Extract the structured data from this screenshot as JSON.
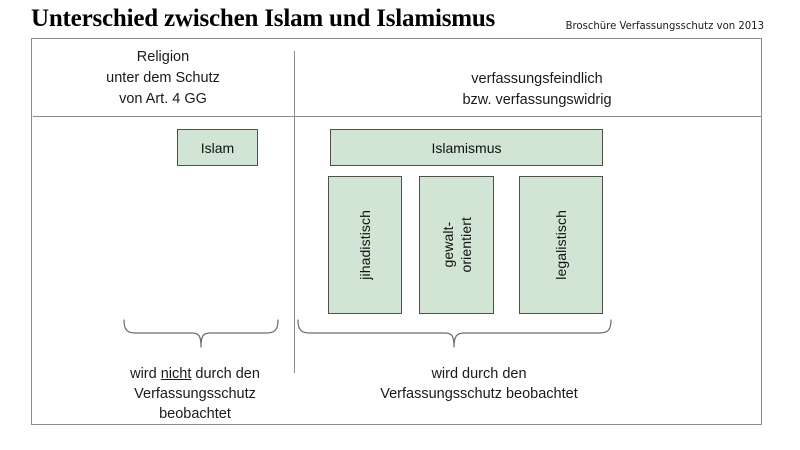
{
  "header": {
    "title": "Unterschied zwischen Islam und Islamismus",
    "source": "Broschüre Verfassungsschutz von 2013"
  },
  "columns": {
    "left": {
      "heading_line1": "Religion",
      "heading_line2": "unter dem Schutz",
      "heading_line3": "von Art. 4 GG"
    },
    "right": {
      "heading_line1": "verfassungsfeindlich",
      "heading_line2": "bzw. verfassungswidrig"
    }
  },
  "boxes": {
    "islam": "Islam",
    "islamismus": "Islamismus",
    "categories": [
      {
        "label": "jihadistisch"
      },
      {
        "label": "gewalt-\norientiert"
      },
      {
        "label": "legalistisch"
      }
    ]
  },
  "captions": {
    "left": {
      "line1_pre": "wird ",
      "line1_underlined": "nicht",
      "line1_post": " durch den",
      "line2": "Verfassungsschutz",
      "line3": "beobachtet"
    },
    "right": {
      "line1": "wird durch den",
      "line2": "Verfassungsschutz beobachtet"
    }
  },
  "colors": {
    "box_fill": "#d2e4d4",
    "box_border": "#4f4f4f",
    "frame_border": "#8d8d8d",
    "divider": "#8d8d8d",
    "brace_stroke": "#6a6a6a",
    "text": "#1a1a1a",
    "background": "#ffffff"
  }
}
